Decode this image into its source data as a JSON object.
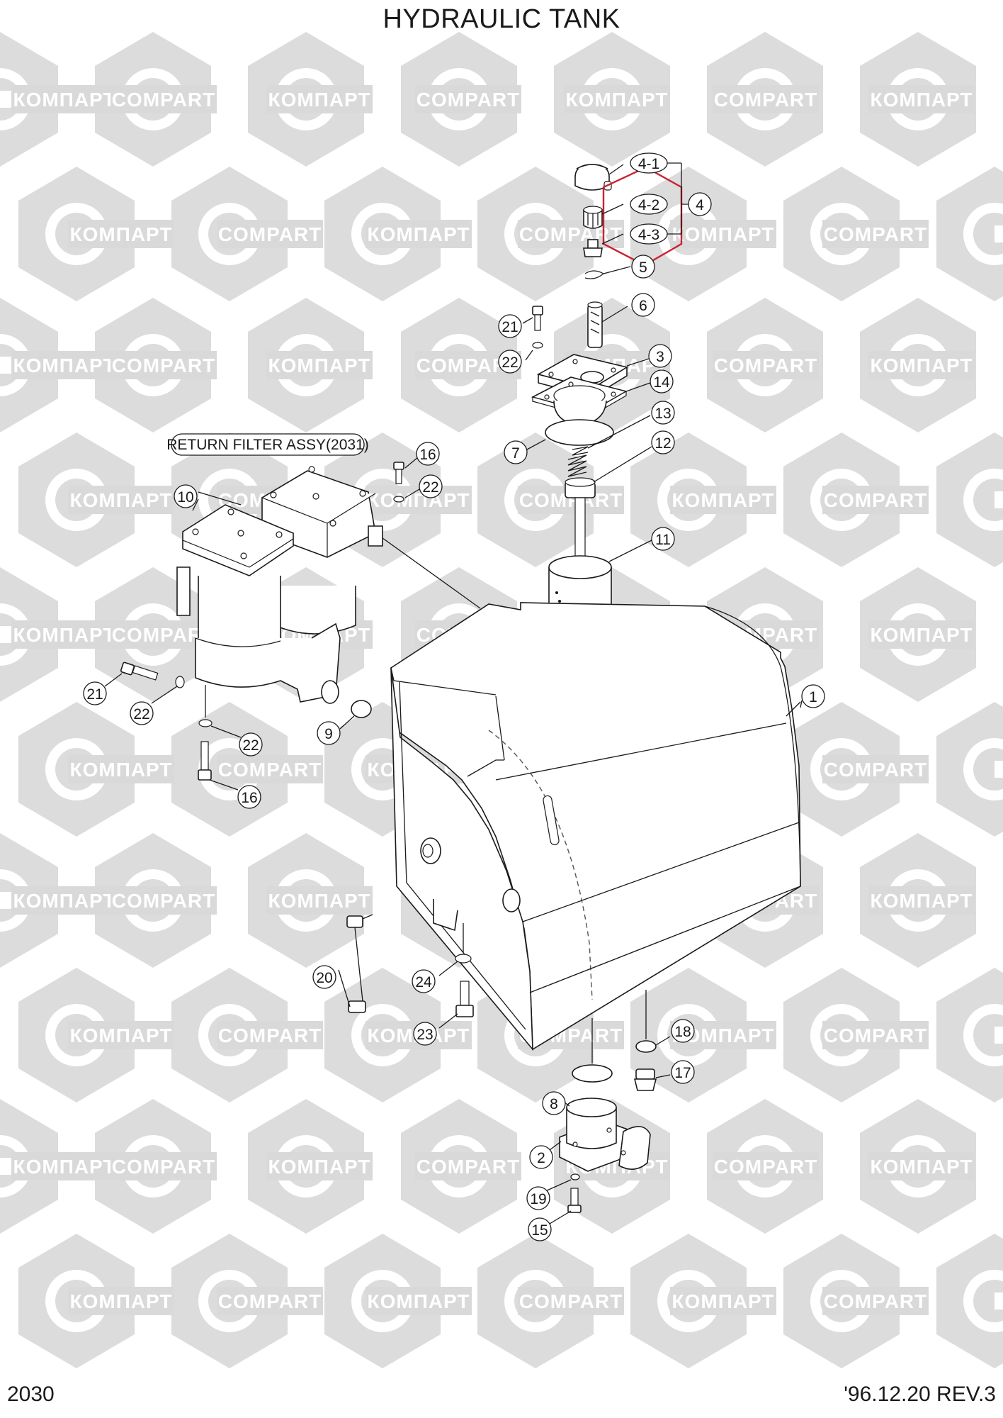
{
  "title": "HYDRAULIC TANK",
  "page_number": "2030",
  "revision": "'96.12.20  REV.3",
  "watermark": {
    "latin": "COMPART",
    "cyrillic": "КОМПАРТ",
    "color": "#d9d9d9"
  },
  "highlight_color": "#cc2233",
  "assembly_label": "RETURN FILTER ASSY(2031)",
  "callouts": {
    "c4_1": "4-1",
    "c4_2": "4-2",
    "c4_3": "4-3",
    "c4": "4",
    "c5": "5",
    "c6": "6",
    "c21_top": "21",
    "c22_top": "22",
    "c3": "3",
    "c14": "14",
    "c13": "13",
    "c7": "7",
    "c12": "12",
    "c16_top": "16",
    "c22_mid": "22",
    "c10": "10",
    "c11": "11",
    "c1": "1",
    "c21_left": "21",
    "c22_left": "22",
    "c9": "9",
    "c22_low": "22",
    "c16_low": "16",
    "c20": "20",
    "c24": "24",
    "c23": "23",
    "c18": "18",
    "c17": "17",
    "c8": "8",
    "c2": "2",
    "c19": "19",
    "c15": "15"
  }
}
